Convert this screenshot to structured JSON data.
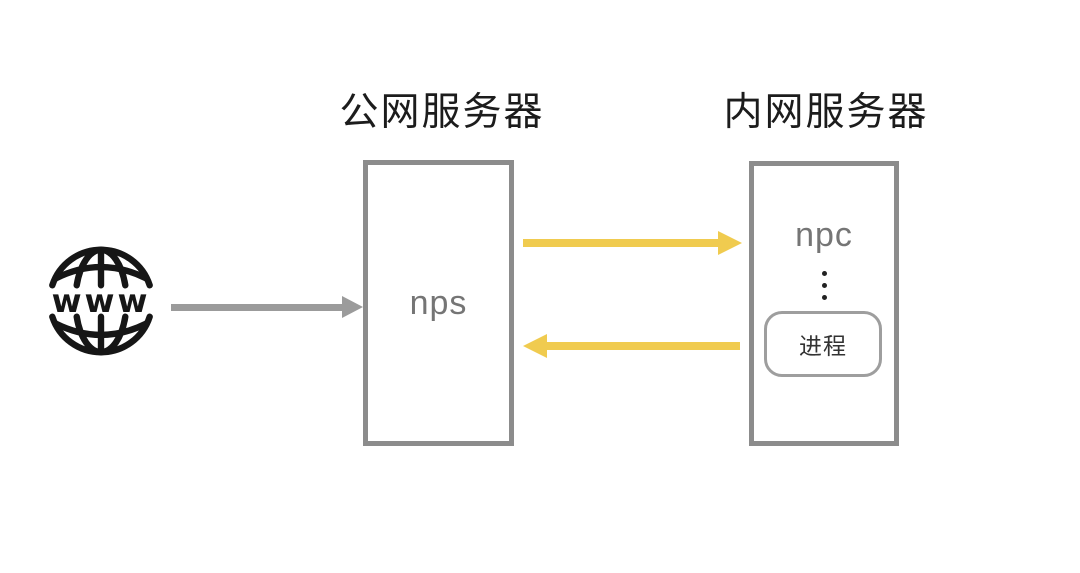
{
  "colors": {
    "background": "#ffffff",
    "ink": "#1c1c1c",
    "box-border": "#8c8c8c",
    "node-text": "#757575",
    "gray-arrow": "#9b9b9b",
    "yellow-arrow": "#f0cb4f",
    "process-border": "#9e9e9e",
    "process-text": "#333333",
    "dot-color": "#222222"
  },
  "titles": {
    "public_server": "公网服务器",
    "private_server": "内网服务器"
  },
  "globe": {
    "label": "www"
  },
  "nodes": {
    "nps": {
      "label": "nps"
    },
    "npc": {
      "label": "npc"
    },
    "process": {
      "label": "进程"
    }
  },
  "edges": [
    {
      "from": "www-internet",
      "to": "nps",
      "style": "gray",
      "direction": "right"
    },
    {
      "from": "nps",
      "to": "npc",
      "style": "yellow",
      "direction": "right"
    },
    {
      "from": "npc",
      "to": "nps",
      "style": "yellow",
      "direction": "left"
    }
  ]
}
